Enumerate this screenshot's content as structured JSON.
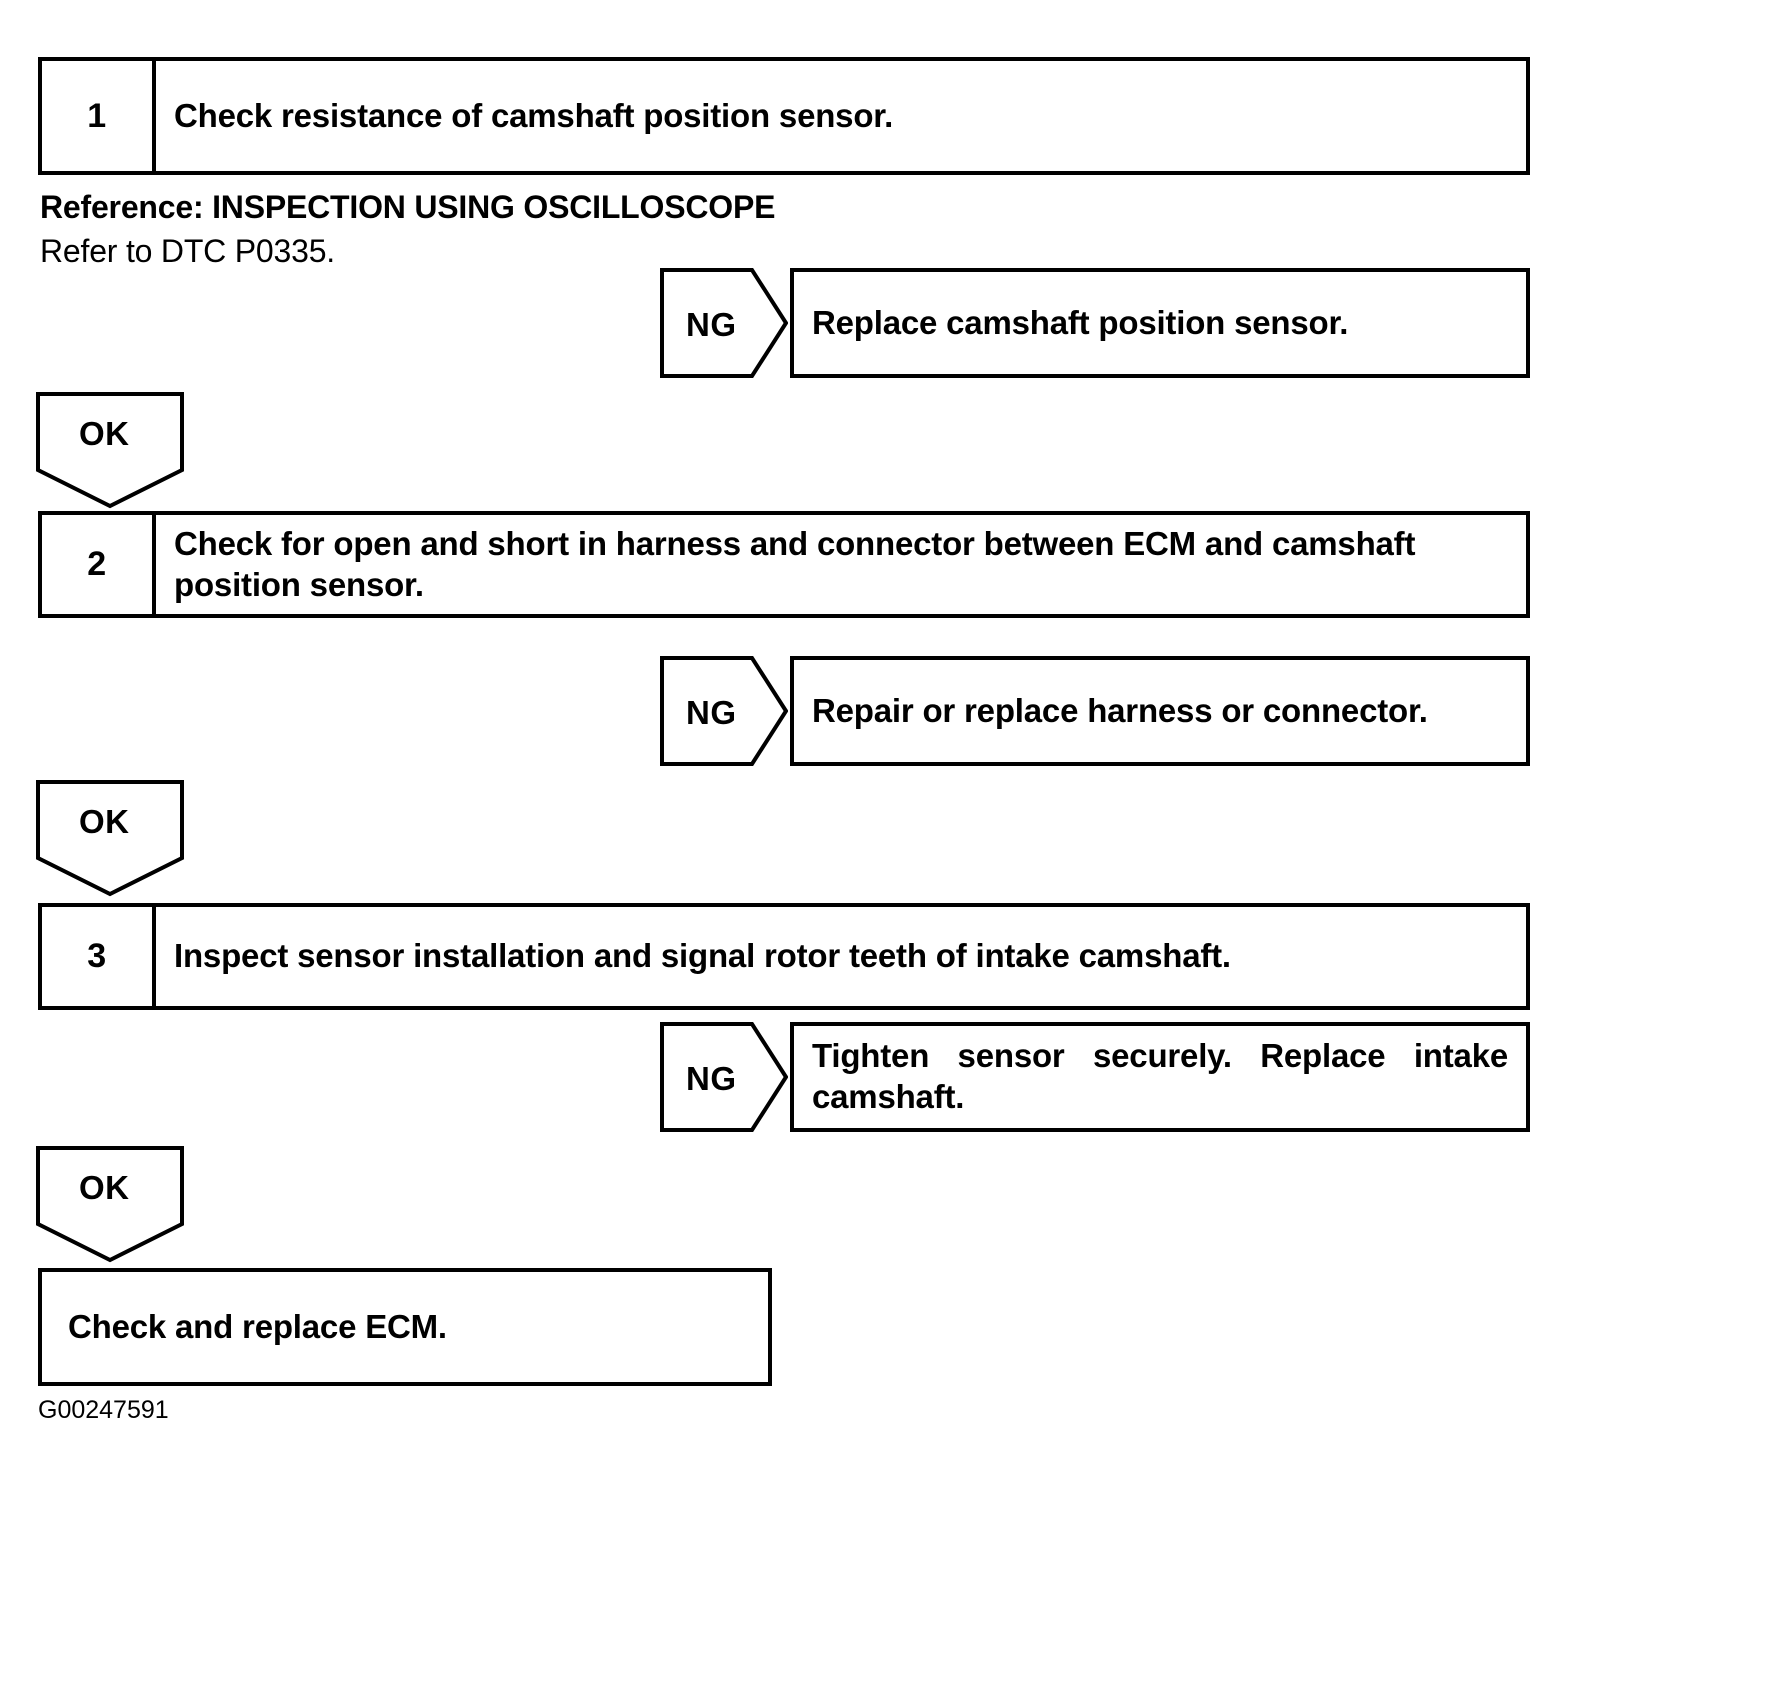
{
  "document": {
    "type": "diagnostic-troubleshooting-flowchart",
    "footer_code": "G00247591"
  },
  "reference": {
    "label_line": "Reference:  INSPECTION USING OSCILLOSCOPE",
    "refer_line": "Refer to DTC P0335."
  },
  "steps": [
    {
      "number": "1",
      "text": "Check resistance of camshaft position sensor.",
      "ng": {
        "label": "NG",
        "action": "Replace camshaft position sensor."
      },
      "ok": {
        "label": "OK"
      }
    },
    {
      "number": "2",
      "text": "Check for open and short in harness and connector between ECM and camshaft position sensor.",
      "ng": {
        "label": "NG",
        "action": "Repair or replace harness or connector."
      },
      "ok": {
        "label": "OK"
      }
    },
    {
      "number": "3",
      "text": "Inspect sensor installation and signal rotor teeth of intake camshaft.",
      "ng": {
        "label": "NG",
        "action": "Tighten sensor securely. Replace intake camshaft."
      },
      "ok": {
        "label": "OK"
      }
    }
  ],
  "final": {
    "text": "Check and replace ECM."
  },
  "colors": {
    "ink": "#000000",
    "paper": "#ffffff"
  }
}
